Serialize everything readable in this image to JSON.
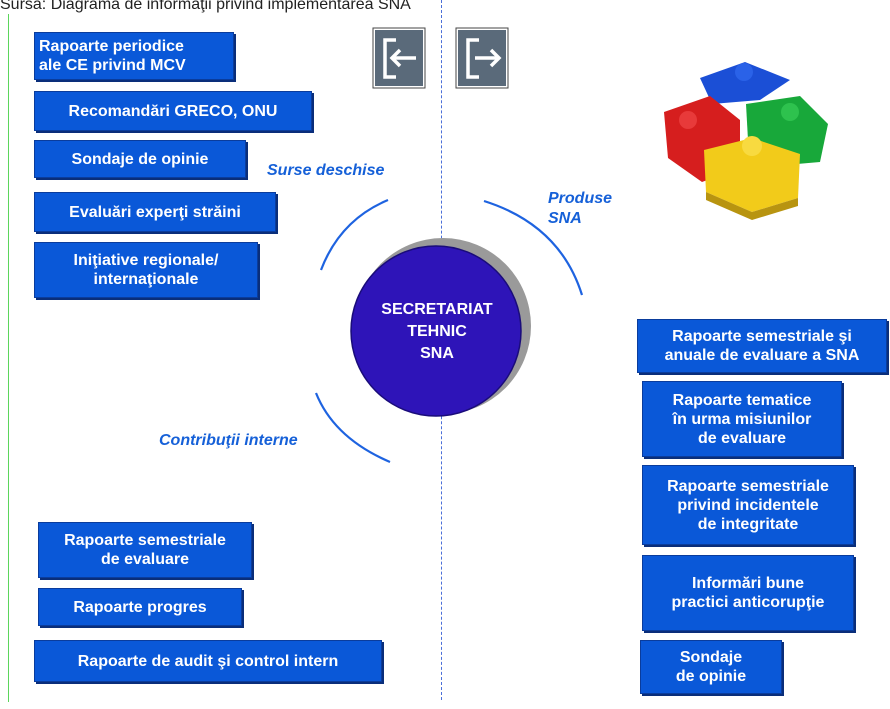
{
  "top_text": "Sursa: Diagrama de informaţii privind implementarea SNA",
  "center": {
    "label": "SECRETARIAT\nTEHNIC\nSNA"
  },
  "section_labels": {
    "open_sources": "Surse deschise",
    "sna_products": "Produse\nSNA",
    "internal_contributions": "Contribuţii interne"
  },
  "left_top_boxes": [
    "Rapoarte periodice\nale CE privind MCV",
    "Recomandări GRECO, ONU",
    "Sondaje de opinie",
    "Evaluări experţi străini",
    "Iniţiative regionale/\ninternaţionale"
  ],
  "left_bottom_boxes": [
    "Rapoarte semestriale\nde evaluare",
    "Rapoarte progres",
    "Rapoarte de audit şi control intern"
  ],
  "right_boxes": [
    "Rapoarte semestriale şi\nanuale de evaluare a SNA",
    "Rapoarte tematice\nîn urma misiunilor\nde evaluare",
    "Rapoarte semestriale\nprivind incidentele\nde integritate",
    "Informări bune\npractici anticorupţie",
    "Sondaje\nde opinie"
  ],
  "icons": [
    "login-icon",
    "logout-icon",
    "puzzle-icon"
  ],
  "colors": {
    "box": "#0A58D8",
    "circle": "#2E14B8",
    "label": "#1560D8",
    "arc": "#1E63E0"
  }
}
